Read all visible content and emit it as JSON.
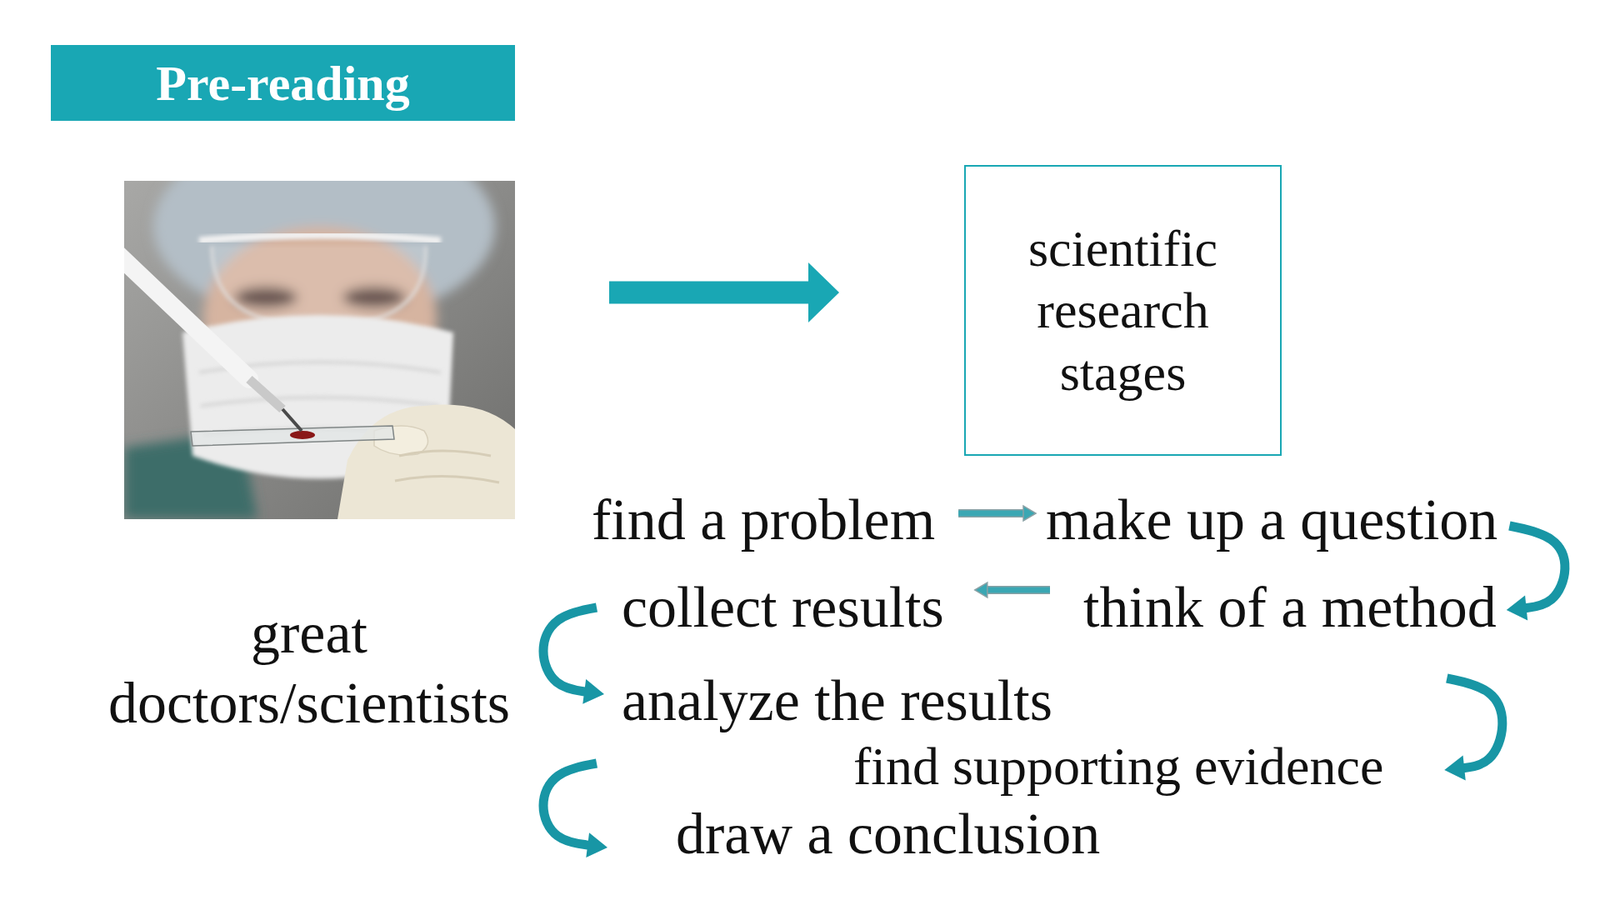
{
  "diagram": {
    "nodes": [
      {
        "text": [
          "Pre-reading"
        ]
      },
      {
        "text": [
          "great doctors/scientists"
        ]
      },
      {
        "text": [
          "scientific research stages"
        ]
      },
      {
        "text": [
          "find a problem"
        ]
      },
      {
        "text": [
          "make up a question"
        ]
      },
      {
        "text": [
          "think of a method"
        ]
      },
      {
        "text": [
          "collect results"
        ]
      },
      {
        "text": [
          "analyze the results"
        ]
      },
      {
        "text": [
          "find supporting evidence"
        ]
      },
      {
        "text": [
          "draw a conclusion"
        ]
      }
    ],
    "edges": [
      {
        "from": 1,
        "to": 2,
        "arrow": "to"
      },
      {
        "from": 3,
        "to": 4,
        "arrow": "to"
      },
      {
        "from": 4,
        "to": 5,
        "arrow": "to"
      },
      {
        "from": 5,
        "to": 6,
        "arrow": "to"
      },
      {
        "from": 6,
        "to": 7,
        "arrow": "to"
      },
      {
        "from": 7,
        "to": 8,
        "arrow": "to"
      },
      {
        "from": 8,
        "to": 9,
        "arrow": "to"
      }
    ]
  }
}
